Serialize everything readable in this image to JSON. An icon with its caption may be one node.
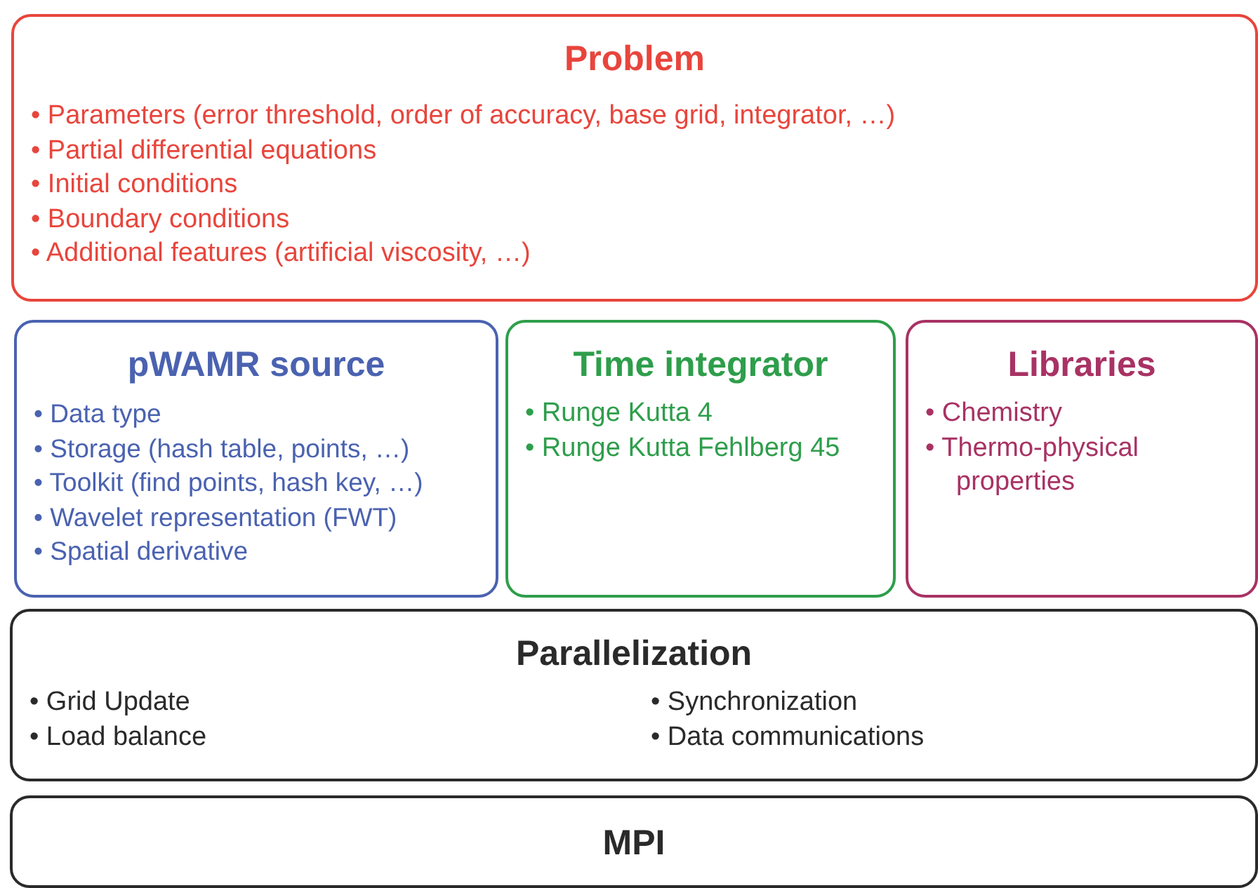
{
  "diagram": {
    "nodes": [
      {
        "text": [
          "Problem",
          "• Parameters (error threshold, order of accuracy, base grid, integrator, …)",
          "• Partial differential equations",
          "• Initial conditions",
          "• Boundary conditions",
          "• Additional features (artificial viscosity, …)"
        ]
      },
      {
        "text": [
          "pWAMR source",
          "• Data type",
          "• Storage (hash table, points, …)",
          "• Toolkit (find points, hash key, …)",
          "• Wavelet representation (FWT)",
          "• Spatial derivative"
        ]
      },
      {
        "text": [
          "Time integrator",
          "• Runge Kutta 4",
          "• Runge Kutta Fehlberg 45"
        ]
      },
      {
        "text": [
          "Libraries",
          "• Chemistry",
          "• Thermo-physical properties"
        ]
      },
      {
        "text": [
          "Parallelization",
          "• Grid Update",
          "• Load balance",
          "• Synchronization",
          "• Data communications"
        ]
      },
      {
        "text": [
          "MPI"
        ]
      }
    ],
    "edges": []
  }
}
